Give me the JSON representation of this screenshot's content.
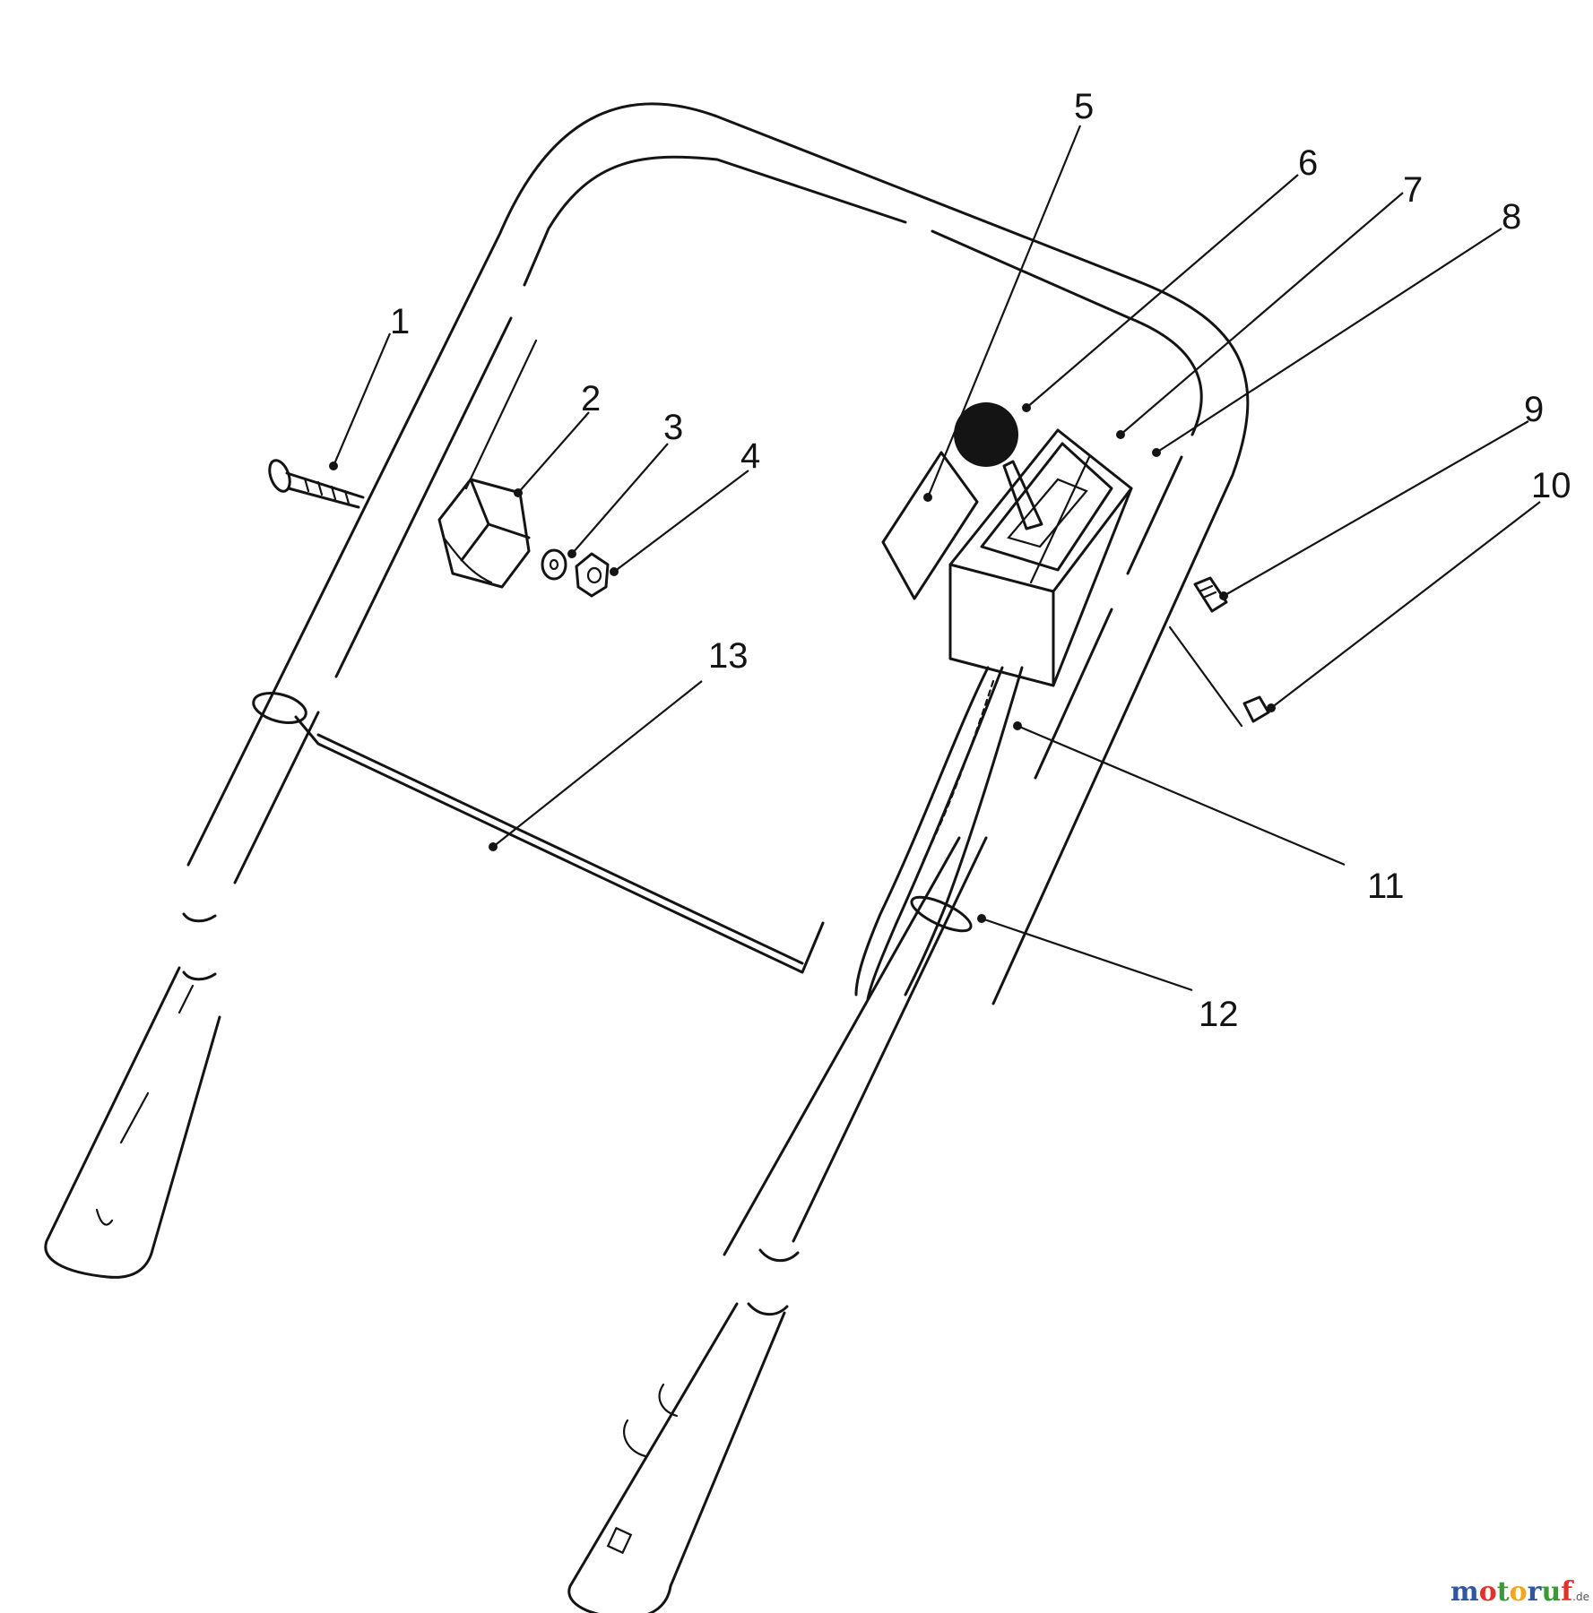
{
  "callouts": [
    {
      "id": "1",
      "label": "1"
    },
    {
      "id": "2",
      "label": "2"
    },
    {
      "id": "3",
      "label": "3"
    },
    {
      "id": "4",
      "label": "4"
    },
    {
      "id": "5",
      "label": "5"
    },
    {
      "id": "6",
      "label": "6"
    },
    {
      "id": "7",
      "label": "7"
    },
    {
      "id": "8",
      "label": "8"
    },
    {
      "id": "9",
      "label": "9"
    },
    {
      "id": "10",
      "label": "10"
    },
    {
      "id": "11",
      "label": "11"
    },
    {
      "id": "12",
      "label": "12"
    },
    {
      "id": "13",
      "label": "13"
    }
  ],
  "watermark": {
    "letters": [
      "m",
      "o",
      "t",
      "o",
      "r",
      "u",
      "f"
    ],
    "colors": [
      "#2f55a4",
      "#e4312b",
      "#3a9a3a",
      "#f2a81d",
      "#2f55a4",
      "#3a9a3a",
      "#e4312b"
    ],
    "suffix": ".de"
  }
}
